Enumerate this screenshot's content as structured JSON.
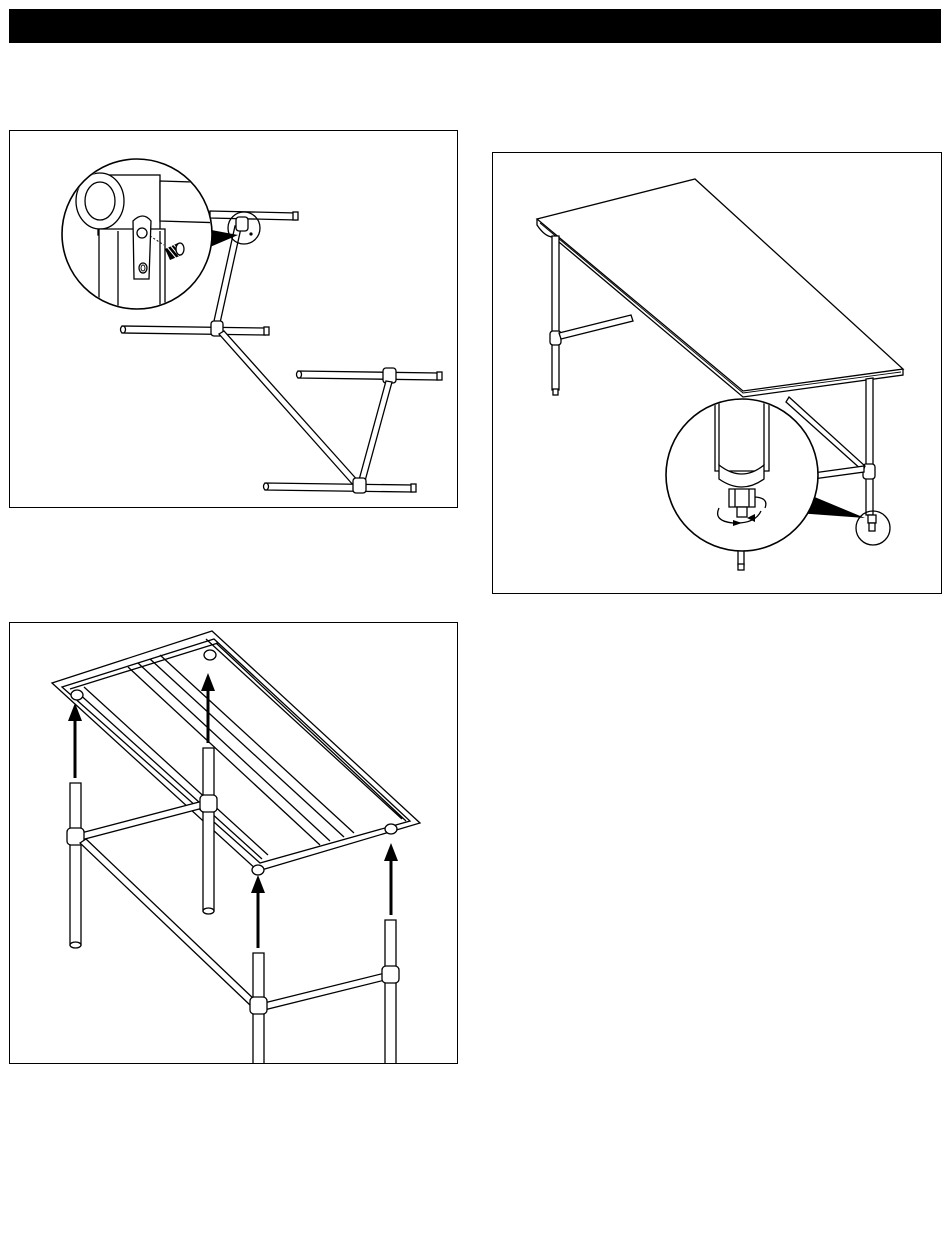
{
  "header": {
    "bar_color": "#000000",
    "text": ""
  },
  "figures": [
    {
      "id": "frame-assembly",
      "icons": [
        "tube-connector-icon",
        "set-screw-icon",
        "magnifier-callout-icon"
      ]
    },
    {
      "id": "leveling-foot",
      "icons": [
        "rotate-arrows-icon",
        "leveling-foot-icon",
        "magnifier-callout-icon"
      ]
    },
    {
      "id": "tabletop-attach",
      "icons": [
        "up-arrow-icon"
      ]
    }
  ]
}
